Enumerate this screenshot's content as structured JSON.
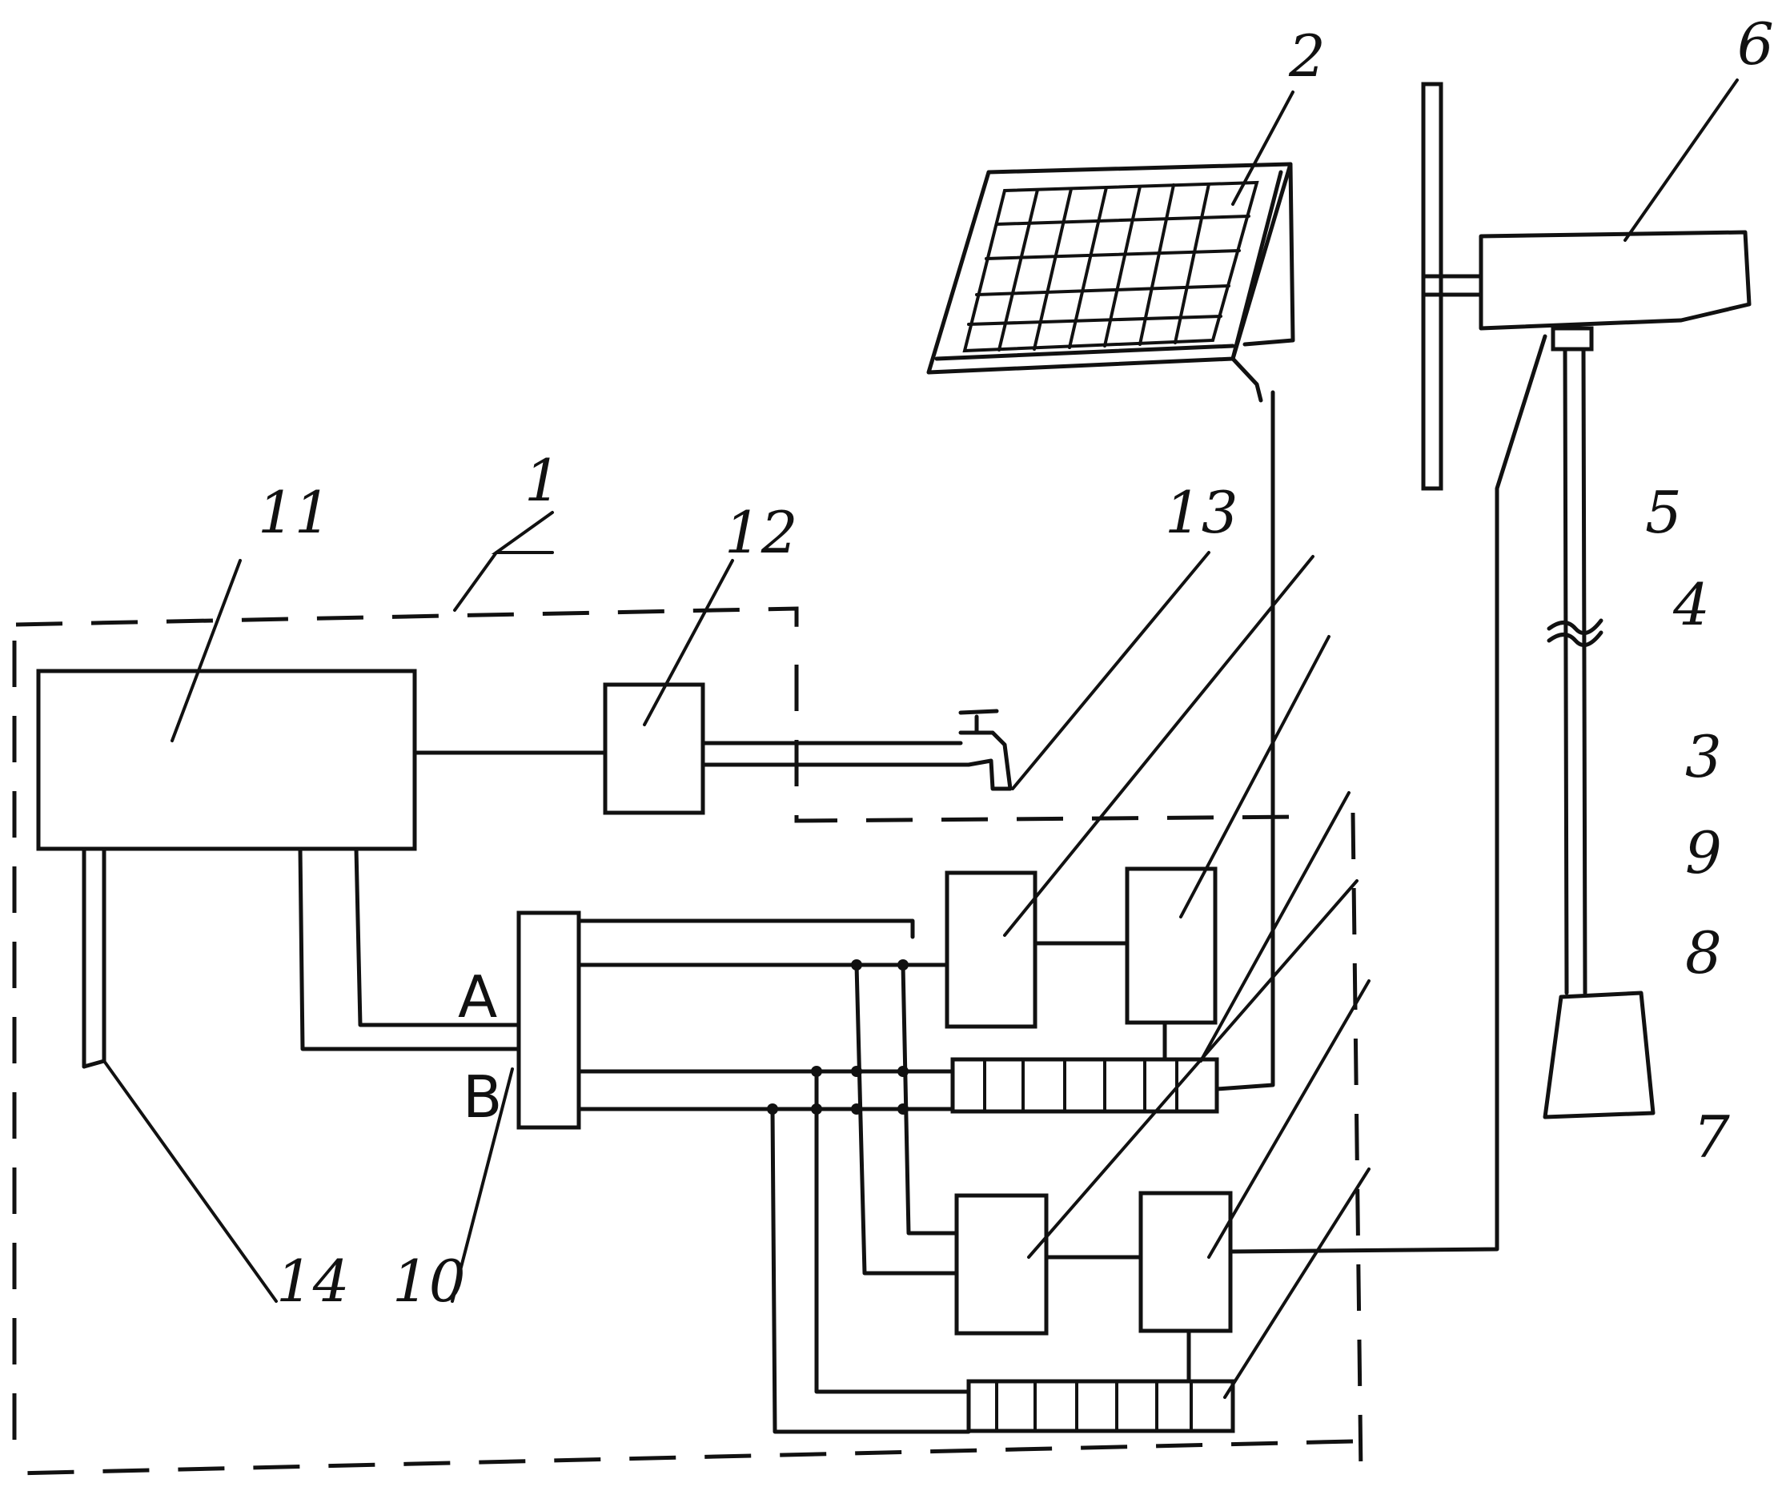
{
  "labels": {
    "n1": "1",
    "n2": "2",
    "n3": "3",
    "n4": "4",
    "n5": "5",
    "n6": "6",
    "n7": "7",
    "n8": "8",
    "n9": "9",
    "n10": "10",
    "n11": "11",
    "n12": "12",
    "n13": "13",
    "n14": "14",
    "portA": "A",
    "portB": "B"
  },
  "icons": {
    "solar_panel": "solar-panel-icon",
    "wind_turbine": "wind-turbine-icon",
    "water_tap": "water-tap-icon"
  },
  "colors": {
    "ink": "#111111",
    "background": "#ffffff"
  }
}
